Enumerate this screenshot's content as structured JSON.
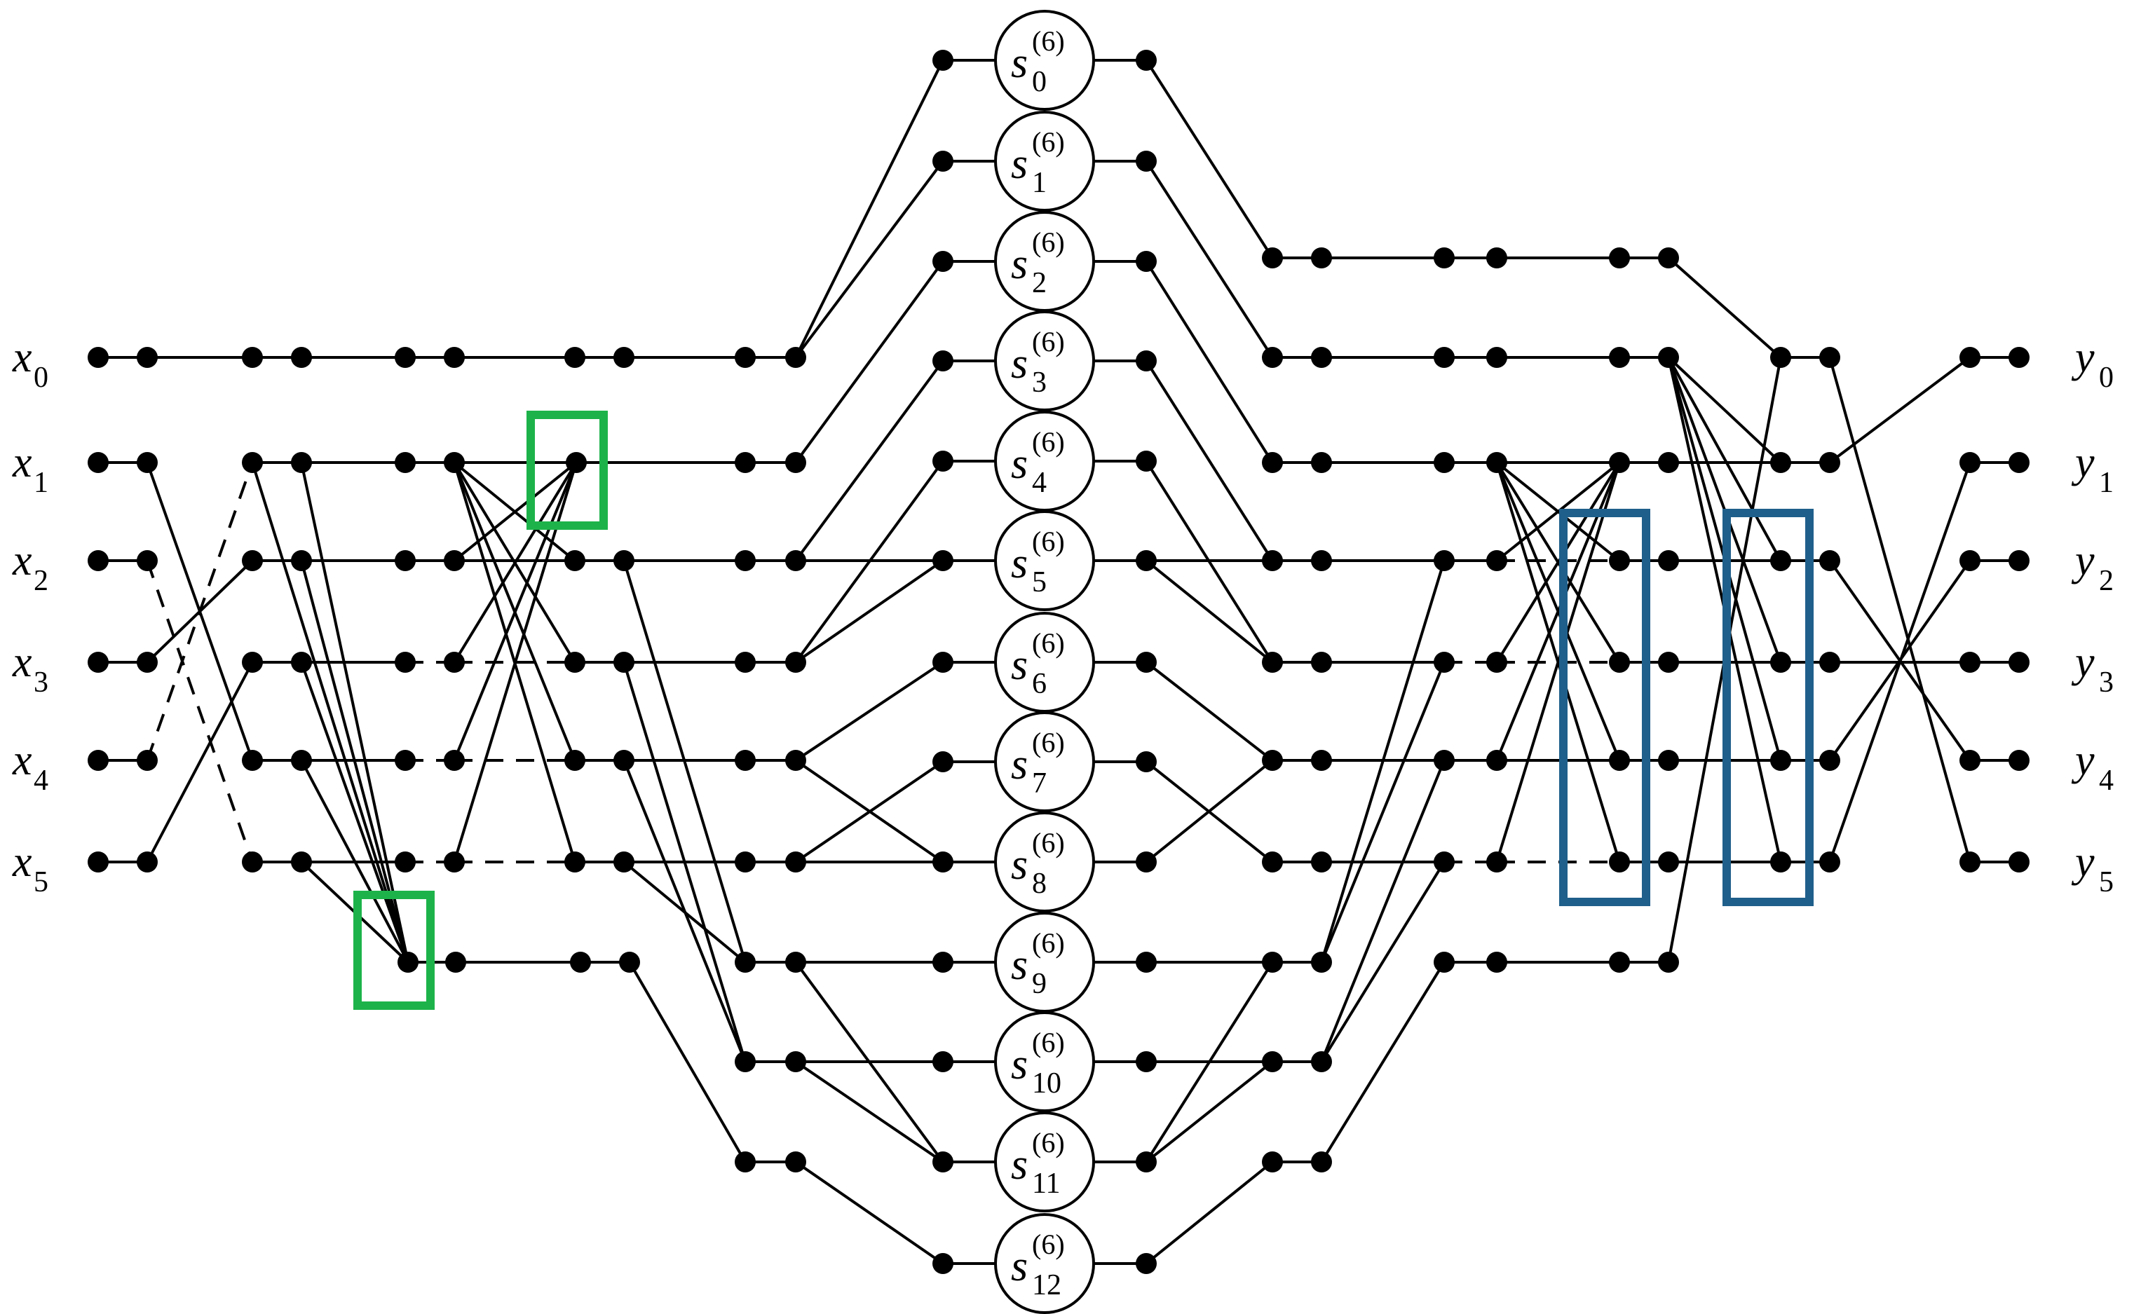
{
  "inputs": [
    {
      "var": "x",
      "sub": "0"
    },
    {
      "var": "x",
      "sub": "1"
    },
    {
      "var": "x",
      "sub": "2"
    },
    {
      "var": "x",
      "sub": "3"
    },
    {
      "var": "x",
      "sub": "4"
    },
    {
      "var": "x",
      "sub": "5"
    }
  ],
  "outputs": [
    {
      "var": "y",
      "sub": "0"
    },
    {
      "var": "y",
      "sub": "1"
    },
    {
      "var": "y",
      "sub": "2"
    },
    {
      "var": "y",
      "sub": "3"
    },
    {
      "var": "y",
      "sub": "4"
    },
    {
      "var": "y",
      "sub": "5"
    }
  ],
  "sections": [
    {
      "var": "s",
      "sub": "0",
      "sup": "(6)"
    },
    {
      "var": "s",
      "sub": "1",
      "sup": "(6)"
    },
    {
      "var": "s",
      "sub": "2",
      "sup": "(6)"
    },
    {
      "var": "s",
      "sub": "3",
      "sup": "(6)"
    },
    {
      "var": "s",
      "sub": "4",
      "sup": "(6)"
    },
    {
      "var": "s",
      "sub": "5",
      "sup": "(6)"
    },
    {
      "var": "s",
      "sub": "6",
      "sup": "(6)"
    },
    {
      "var": "s",
      "sub": "7",
      "sup": "(6)"
    },
    {
      "var": "s",
      "sub": "8",
      "sup": "(6)"
    },
    {
      "var": "s",
      "sub": "9",
      "sup": "(6)"
    },
    {
      "var": "s",
      "sub": "10",
      "sup": "(6)"
    },
    {
      "var": "s",
      "sub": "11",
      "sup": "(6)"
    },
    {
      "var": "s",
      "sub": "12",
      "sup": "(6)"
    }
  ],
  "colors": {
    "wire": "#000000",
    "green_highlight": "#1db34a",
    "blue_highlight": "#1f5f8b"
  }
}
